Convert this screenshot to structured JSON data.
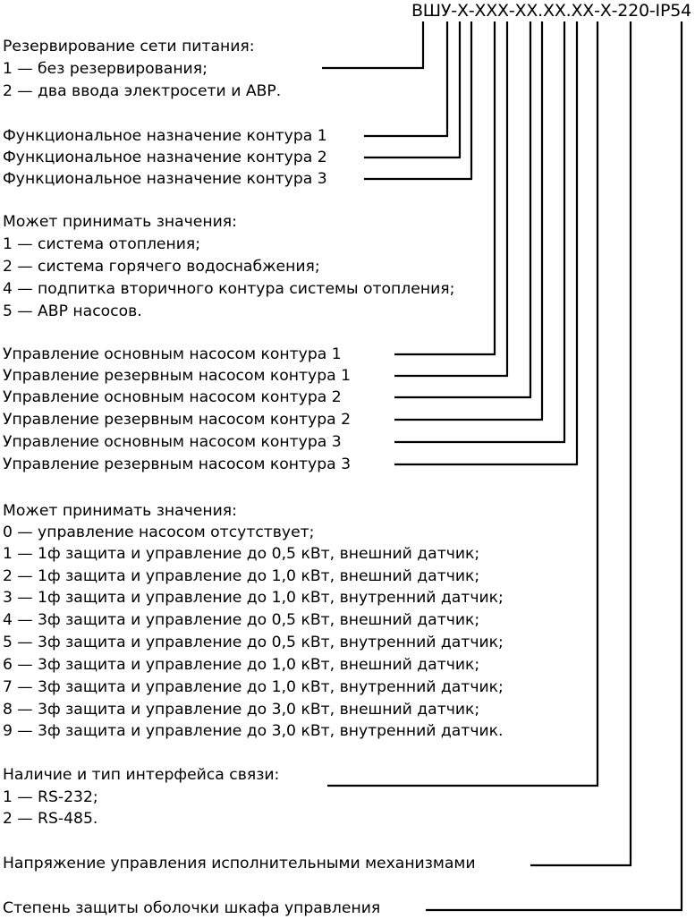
{
  "code": "ВШУ-Х-ХХХ-ХХ.ХХ.ХХ-Х-220-IP54",
  "blocks": {
    "reserve": {
      "title": "Резервирование сети питания:",
      "opt1": "1 — без резервирования;",
      "opt2": "2 — два ввода электросети и АВР."
    },
    "func": {
      "c1": "Функциональное назначение контура 1",
      "c2": "Функциональное назначение контура 2",
      "c3": "Функциональное назначение контура 3",
      "title": "Может принимать значения:",
      "v1": "1 — система отопления;",
      "v2": "2 — система горячего водоснабжения;",
      "v4": "4 — подпитка вторичного контура системы отопления;",
      "v5": "5 — АВР насосов."
    },
    "pumps": {
      "main1": "Управление основным насосом контура  1",
      "res1": "Управление резервным насосом контура 1",
      "main2": "Управление основным насосом контура  2",
      "res2": "Управление резервным насосом контура 2",
      "main3": "Управление основным насосом контура  3",
      "res3": "Управление резервным насосом контура 3",
      "title": "Может принимать значения:",
      "v0": "0 — управление насосом отсутствует;",
      "v1": "1 — 1ф защита и управление до 0,5 кВт, внешний датчик;",
      "v2": "2 — 1ф защита и управление до 1,0 кВт, внешний датчик;",
      "v3": "3 — 1ф защита и управление до 1,0 кВт, внутренний датчик;",
      "v4": "4 — 3ф защита и управление до 0,5 кВт, внешний датчик;",
      "v5": "5 — 3ф защита и управление до 0,5 кВт, внутренний датчик;",
      "v6": "6 — 3ф защита и управление до 1,0 кВт, внешний датчик;",
      "v7": "7 — 3ф защита и управление до 1,0 кВт, внутренний датчик;",
      "v8": "8 — 3ф защита и управление до 3,0 кВт, внешний датчик;",
      "v9": "9 — 3ф защита и управление до 3,0 кВт, внутренний датчик."
    },
    "iface": {
      "title": "Наличие и тип интерфейса связи:",
      "opt1": "1 — RS-232;",
      "opt2": "2 — RS-485."
    },
    "voltage": "Напряжение управления исполнительными механизмами",
    "ip": "Степень защиты оболочки шкафа управления"
  }
}
